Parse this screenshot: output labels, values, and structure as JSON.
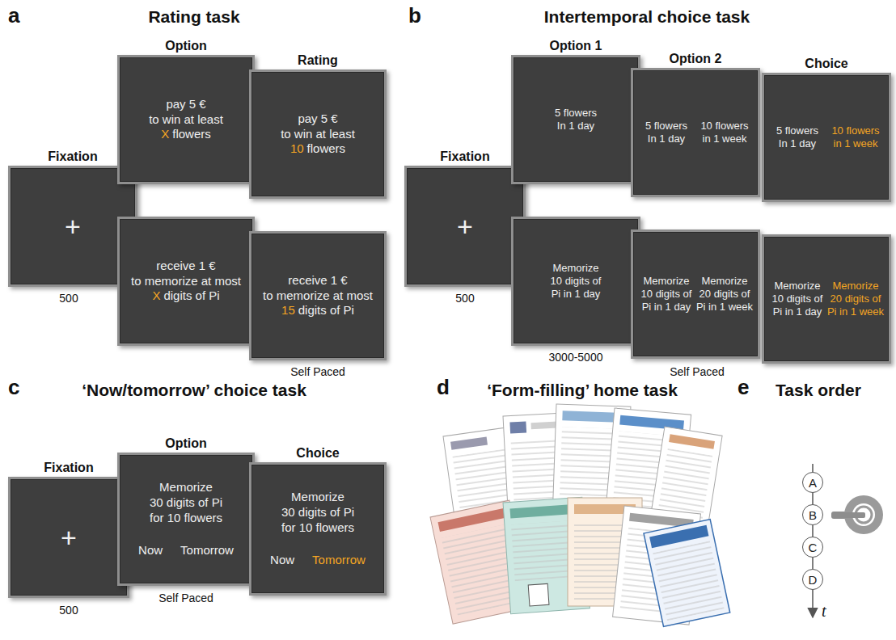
{
  "diagram": {
    "nodes": [
      {
        "text": [
          "Fixation",
          "+"
        ]
      },
      {
        "text": [
          "Option",
          "pay 5 €",
          "to win at least",
          "X",
          "flowers"
        ]
      },
      {
        "text": [
          "Rating",
          "pay 5 €",
          "to win at least",
          "10",
          "flowers"
        ]
      },
      {
        "text": [
          "receive 1 €",
          "to memorize at most",
          "X",
          "digits of Pi"
        ]
      },
      {
        "text": [
          "receive 1 €",
          "to memorize at most",
          "15",
          "digits of Pi"
        ]
      },
      {
        "text": [
          "Fixation",
          "+"
        ]
      },
      {
        "text": [
          "Option 1",
          "5 flowers In 1 day"
        ]
      },
      {
        "text": [
          "Option 2",
          "5 flowers In 1 day",
          "10 flowers in 1 week"
        ]
      },
      {
        "text": [
          "Choice",
          "5 flowers In 1 day",
          "10 flowers in 1 week"
        ]
      },
      {
        "text": [
          "Memorize 10 digits of Pi in 1 day"
        ]
      },
      {
        "text": [
          "Memorize 10 digits of Pi in 1 day",
          "Memorize 20 digits of Pi in 1 week"
        ]
      },
      {
        "text": [
          "Memorize 10 digits of Pi in 1 day",
          "Memorize 20 digits of Pi in 1 week"
        ]
      },
      {
        "text": [
          "Fixation",
          "+"
        ]
      },
      {
        "text": [
          "Option",
          "Memorize",
          "30 digits of Pi for 10 flowers",
          "Now",
          "Tomorrow"
        ]
      },
      {
        "text": [
          "Choice",
          "Memorize",
          "30 digits of Pi for 10 flowers",
          "Now",
          "Tomorrow"
        ]
      },
      {
        "text": [
          "A"
        ]
      },
      {
        "text": [
          "B"
        ]
      },
      {
        "text": [
          "C"
        ]
      },
      {
        "text": [
          "D"
        ]
      }
    ],
    "edges": [
      {
        "from": 15,
        "to": 16,
        "arrow": "none"
      },
      {
        "from": 16,
        "to": 17,
        "arrow": "none"
      },
      {
        "from": 17,
        "to": 18,
        "arrow": "none"
      }
    ],
    "labels": [
      "a",
      "Rating task",
      "500",
      "Self Paced",
      "b",
      "Intertemporal choice task",
      "500",
      "3000-5000",
      "Self Paced",
      "c",
      "‘Now/tomorrow’ choice task",
      "500",
      "Self Paced",
      "d",
      "‘Form-filling’ home task",
      "e",
      "Task order",
      "t"
    ]
  }
}
